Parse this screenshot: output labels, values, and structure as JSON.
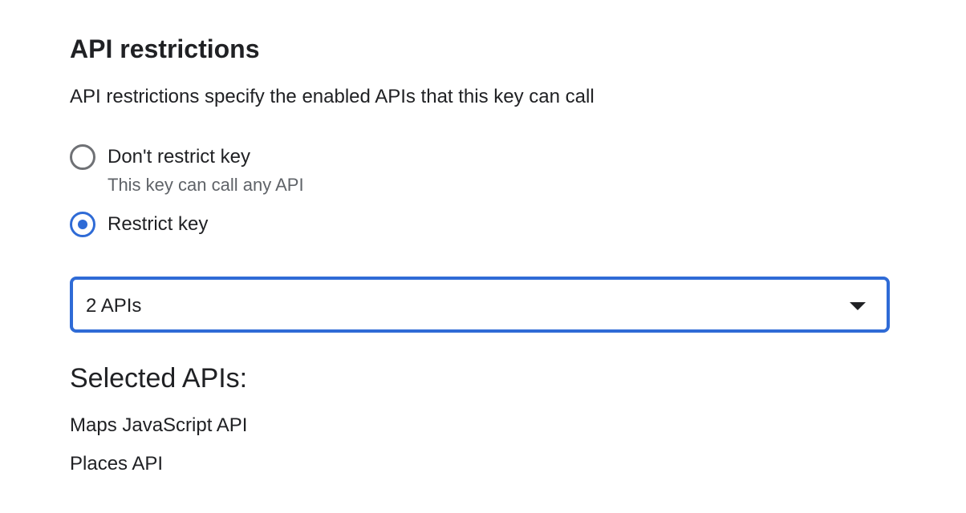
{
  "section": {
    "title": "API restrictions",
    "description": "API restrictions specify the enabled APIs that this key can call"
  },
  "radio_options": [
    {
      "label": "Don't restrict key",
      "sublabel": "This key can call any API",
      "checked": false
    },
    {
      "label": "Restrict key",
      "checked": true
    }
  ],
  "api_select": {
    "value": "2 APIs",
    "icon": "arrow-drop-down-icon"
  },
  "selected_apis": {
    "title": "Selected APIs:",
    "items": [
      "Maps JavaScript API",
      "Places API"
    ]
  },
  "colors": {
    "accent": "#2f6bd6",
    "text_primary": "#202124",
    "text_secondary": "#5f6368",
    "radio_unchecked": "#6f7175"
  }
}
